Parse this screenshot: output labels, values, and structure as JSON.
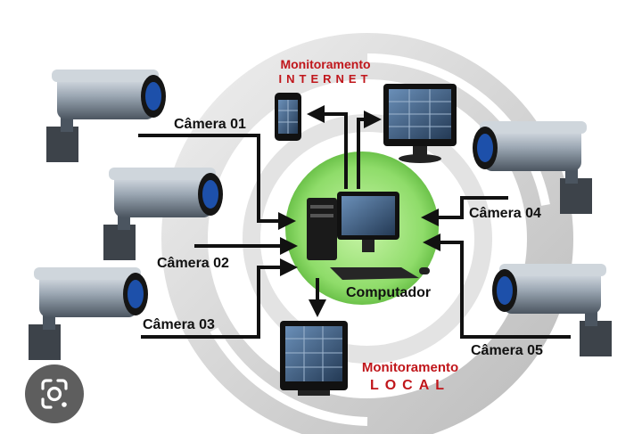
{
  "cameras": [
    {
      "id": "cam1",
      "label": "Câmera 01"
    },
    {
      "id": "cam2",
      "label": "Câmera 02"
    },
    {
      "id": "cam3",
      "label": "Câmera 03"
    },
    {
      "id": "cam4",
      "label": "Câmera 04"
    },
    {
      "id": "cam5",
      "label": "Câmera 05"
    }
  ],
  "internet": {
    "title": "Monitoramento",
    "subtitle": "INTERNET"
  },
  "local": {
    "title": "Monitoramento",
    "subtitle": "LOCAL"
  },
  "computer": {
    "label": "Computador"
  },
  "colors": {
    "accent_red": "#c0161b",
    "hub_green": "#9be07a",
    "ring_gray": "#d2d2d2",
    "lens_blue": "#1f5fd0"
  },
  "icons": {
    "lens": "google-lens-icon"
  }
}
